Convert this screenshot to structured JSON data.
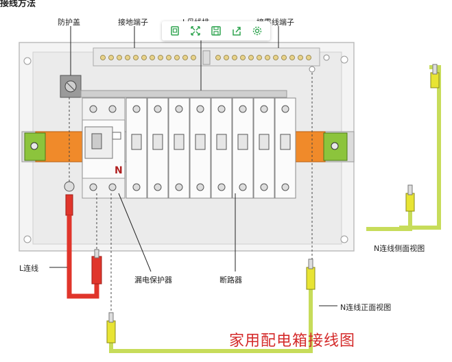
{
  "page_heading": "接线方法",
  "labels": {
    "cover": "防护盖",
    "ground_terminal": "接地端子",
    "l_bus": "L母线排",
    "neutral_terminal": "接零线端子",
    "l_wire": "L连线",
    "rcd": "漏电保护器",
    "breaker": "断路器",
    "n_side_view": "N连线侧面视图",
    "n_front_view": "N连线正面视图",
    "n_mark": "N"
  },
  "title": "家用配电箱接线图",
  "toolbar": {
    "items": [
      "copy-icon",
      "expand-icon",
      "save-icon",
      "share-icon",
      "settings-icon"
    ]
  },
  "colors": {
    "l_wire": "#e0352b",
    "n_wire": "#c7dc5a",
    "din_clip": "#f08a2a",
    "title": "#d42a2a"
  }
}
